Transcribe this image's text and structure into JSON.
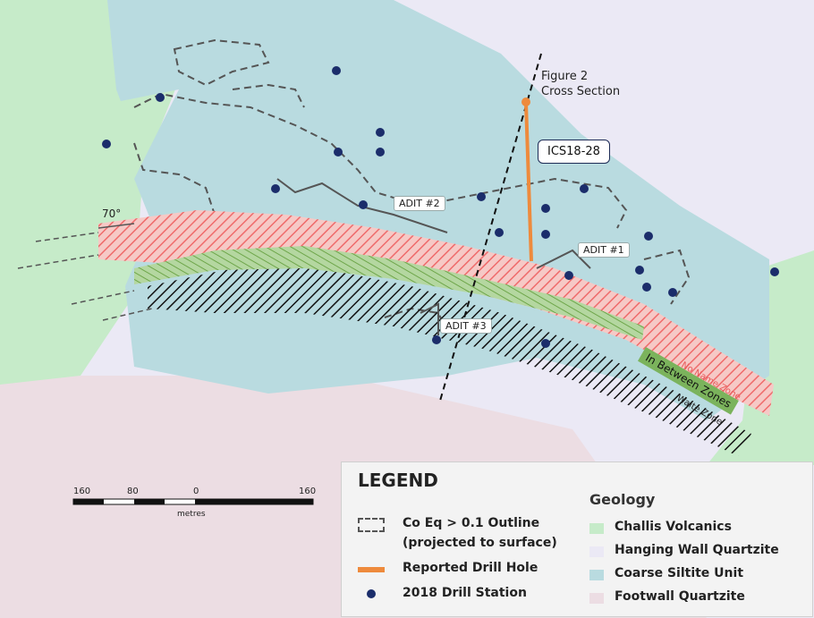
{
  "map": {
    "figure_label_line1": "Figure 2",
    "figure_label_line2": "Cross Section",
    "drill_hole_label": "ICS18-28",
    "dip_label": "70°",
    "adits": [
      "ADIT #2",
      "ADIT #1",
      "ADIT #3"
    ],
    "zones": {
      "no_name": "No Name Zone",
      "in_between": "In Between Zones",
      "waite": "Waite Zone"
    },
    "colors": {
      "challis_volcanics": "#c6ebc9",
      "hanging_wall_quartzite": "#ebe9f5",
      "coarse_siltite": "#b9dbe0",
      "footwall_quartzite": "#ecdde3",
      "drill_hole": "#ee8a3c",
      "drill_station": "#1b2d6b",
      "no_name_zone": "#ef6b6b",
      "in_between_zone": "#7bb35c",
      "waite_zone": "#111111"
    }
  },
  "scale_bar": {
    "ticks": [
      "160",
      "80",
      "0",
      "160"
    ],
    "unit": "metres"
  },
  "legend": {
    "title": "LEGEND",
    "outline_line1": "Co Eq > 0.1 Outline",
    "outline_line2": "(projected to surface)",
    "drill_hole": "Reported Drill Hole",
    "drill_station": "2018 Drill Station",
    "geology_title": "Geology",
    "geology": [
      "Challis Volcanics",
      "Hanging Wall Quartzite",
      "Coarse Siltite Unit",
      "Footwall Quartzite"
    ]
  }
}
